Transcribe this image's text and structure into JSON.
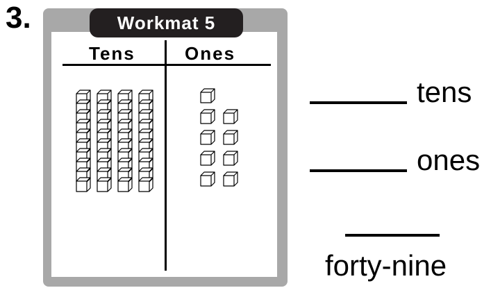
{
  "problem": {
    "number": "3.",
    "workmat_title": "Workmat 5",
    "columns": {
      "tens_label": "Tens",
      "ones_label": "Ones"
    },
    "blocks": {
      "tens_rods": 4,
      "ones_cubes": 9
    },
    "answers": {
      "tens_label": "tens",
      "ones_label": "ones",
      "number_word": "forty-nine"
    }
  }
}
